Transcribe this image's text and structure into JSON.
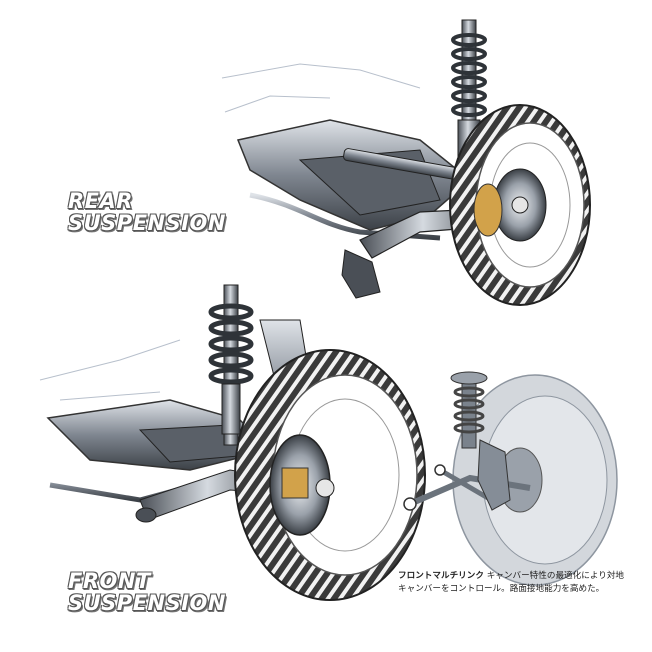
{
  "headings": {
    "rear_line1": "REAR",
    "rear_line2": "SUSPENSION",
    "front_line1": "FRONT",
    "front_line2": "SUSPENSION"
  },
  "caption": {
    "title": "フロントマルチリンク",
    "body": "キャンバー特性の最適化により対地キャンバーをコントロール。路面接地能力を高めた。"
  },
  "colors": {
    "metal_dark": "#3a3f45",
    "metal_mid": "#8a9099",
    "metal_light": "#c9ced4",
    "tire_dark": "#2b2b2b",
    "outline": "#9aa3b0"
  }
}
